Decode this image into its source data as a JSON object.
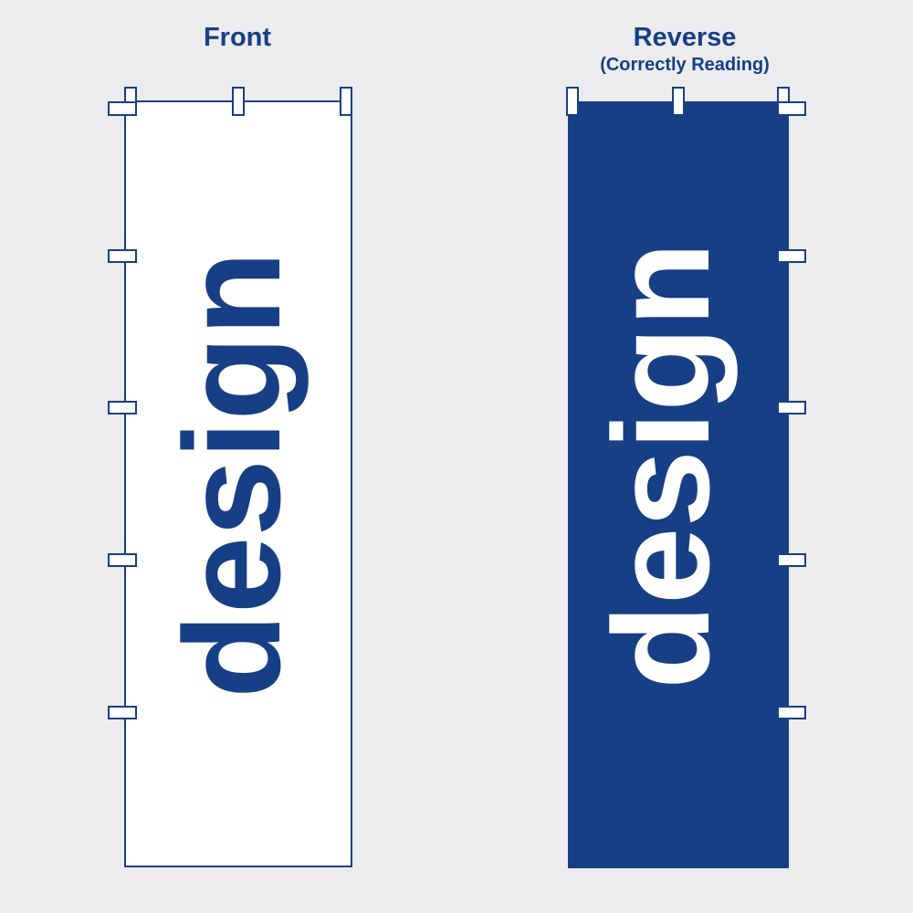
{
  "front": {
    "title": "Front",
    "word": "design"
  },
  "reverse": {
    "title": "Reverse",
    "subtitle": "(Correctly Reading)",
    "word": "design"
  },
  "colors": {
    "background": "#ececef",
    "navy": "#163f85",
    "white": "#ffffff"
  }
}
